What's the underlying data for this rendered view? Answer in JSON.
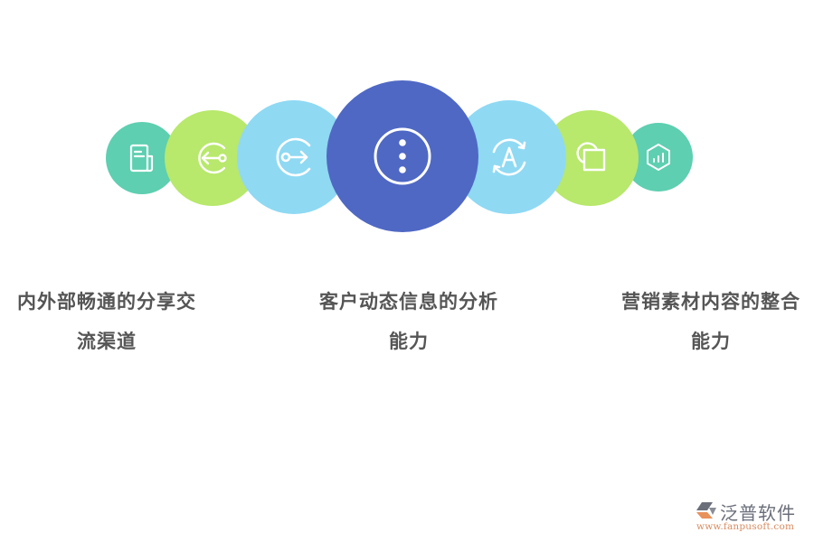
{
  "diagram": {
    "circles": [
      {
        "id": "c1",
        "icon": "document-icon",
        "color": "#5ecfb1"
      },
      {
        "id": "c2",
        "icon": "login-arrow-icon",
        "color": "#b8e86c"
      },
      {
        "id": "c3",
        "icon": "logout-arrow-icon",
        "color": "#8fd9f3"
      },
      {
        "id": "c4",
        "icon": "more-vertical-circle-icon",
        "color": "#4f68c4"
      },
      {
        "id": "c5",
        "icon": "refresh-a-icon",
        "color": "#8fd9f3"
      },
      {
        "id": "c6",
        "icon": "shapes-icon",
        "color": "#b8e86c"
      },
      {
        "id": "c7",
        "icon": "hexagon-chart-icon",
        "color": "#5ecfb1"
      }
    ],
    "labels": [
      {
        "line1": "内外部畅通的分享交",
        "line2": "流渠道"
      },
      {
        "line1": "客户动态信息的分析",
        "line2": "能力"
      },
      {
        "line1": "营销素材内容的整合",
        "line2": "能力"
      }
    ]
  },
  "watermark": {
    "name": "泛普软件",
    "url": "www.fanpusoft.com",
    "colors": {
      "mark_gray": "#6b6f7a",
      "mark_orange": "#e8915a"
    }
  }
}
